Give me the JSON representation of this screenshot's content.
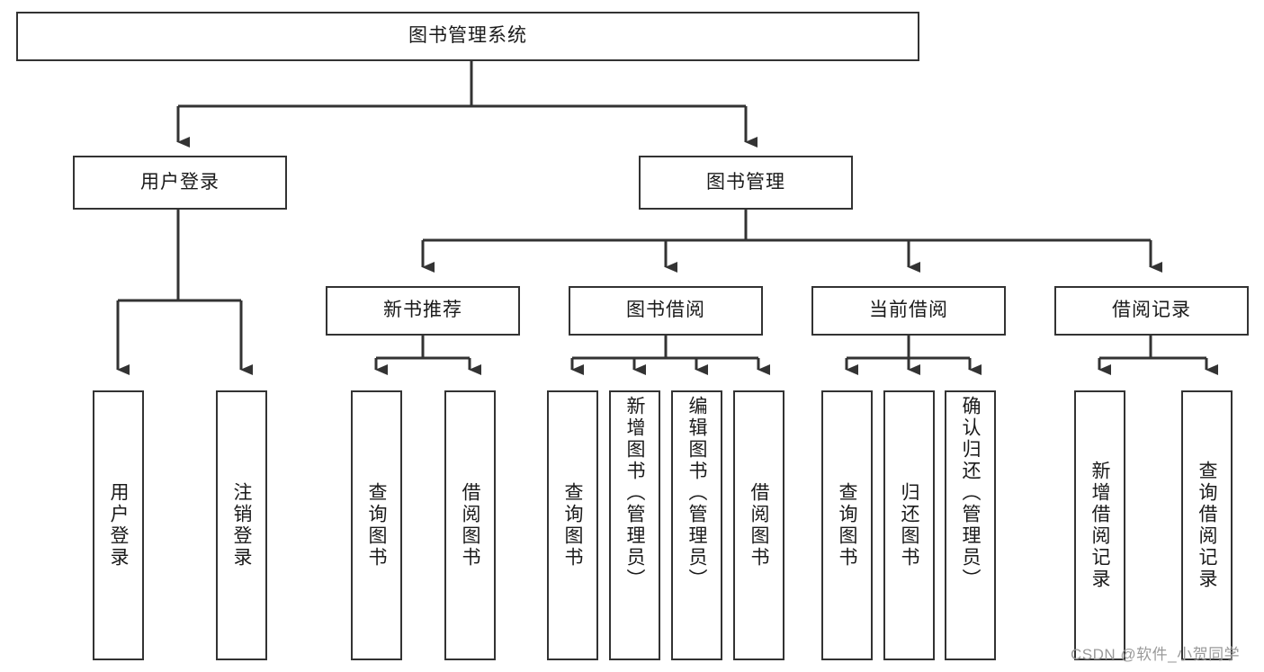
{
  "diagram": {
    "type": "hierarchy-tree",
    "title": "图书管理系统",
    "levels": 4,
    "root": {
      "id": "root",
      "label": "图书管理系统"
    },
    "level2": [
      {
        "id": "user-login",
        "label": "用户登录"
      },
      {
        "id": "book-manage",
        "label": "图书管理"
      }
    ],
    "level3": [
      {
        "id": "new-book-rec",
        "label": "新书推荐"
      },
      {
        "id": "book-borrow",
        "label": "图书借阅"
      },
      {
        "id": "current-borrow",
        "label": "当前借阅"
      },
      {
        "id": "borrow-record",
        "label": "借阅记录"
      }
    ],
    "leaves": [
      {
        "id": "leaf-user-login",
        "label": "用户登录",
        "parent": "user-login"
      },
      {
        "id": "leaf-user-logout",
        "label": "注销登录",
        "parent": "user-login"
      },
      {
        "id": "leaf-query-book-1",
        "label": "查询图书",
        "parent": "new-book-rec"
      },
      {
        "id": "leaf-borrow-book-1",
        "label": "借阅图书",
        "parent": "new-book-rec"
      },
      {
        "id": "leaf-query-book-2",
        "label": "查询图书",
        "parent": "book-borrow"
      },
      {
        "id": "leaf-add-book",
        "label": "新增图书（管理员）",
        "parent": "book-borrow"
      },
      {
        "id": "leaf-edit-book",
        "label": "编辑图书（管理员）",
        "parent": "book-borrow"
      },
      {
        "id": "leaf-borrow-book-2",
        "label": "借阅图书",
        "parent": "book-borrow"
      },
      {
        "id": "leaf-query-book-3",
        "label": "查询图书",
        "parent": "current-borrow"
      },
      {
        "id": "leaf-return-book",
        "label": "归还图书",
        "parent": "current-borrow"
      },
      {
        "id": "leaf-confirm-return",
        "label": "确认归还（管理员）",
        "parent": "current-borrow"
      },
      {
        "id": "leaf-add-record",
        "label": "新增借阅记录",
        "parent": "borrow-record"
      },
      {
        "id": "leaf-query-record",
        "label": "查询借阅记录",
        "parent": "borrow-record"
      }
    ],
    "colors": {
      "stroke": "#333333",
      "fill": "#ffffff",
      "text": "#1a1a1a",
      "watermark": "#9a9a9a"
    }
  },
  "watermark": {
    "text": "CSDN @软件_小贺同学"
  }
}
